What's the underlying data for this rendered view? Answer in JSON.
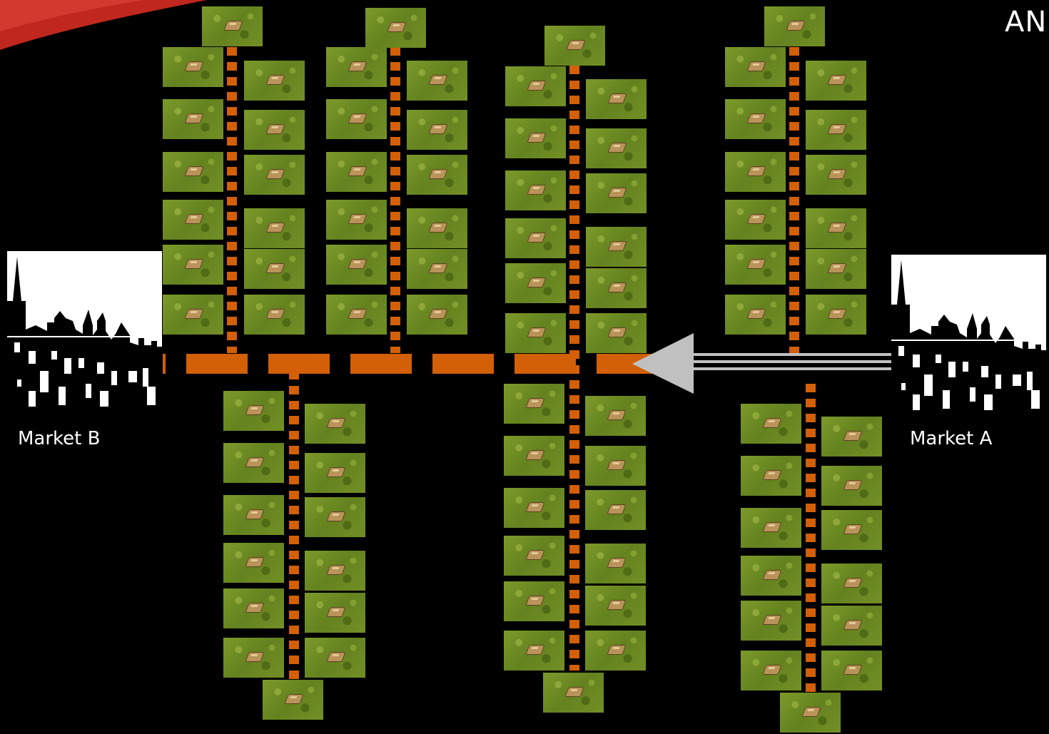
{
  "title": "AN",
  "markets": {
    "b": {
      "label": "Market B"
    },
    "a": {
      "label": "Market A"
    }
  },
  "colors": {
    "road": "#d35f06",
    "arrow": "#c0c0c0",
    "background": "#000000",
    "accent": "#c0271e"
  },
  "icons": {
    "farm_tile": "farm-plot-icon",
    "town": "town-skyline-icon",
    "arrow": "arrow-left-icon"
  }
}
